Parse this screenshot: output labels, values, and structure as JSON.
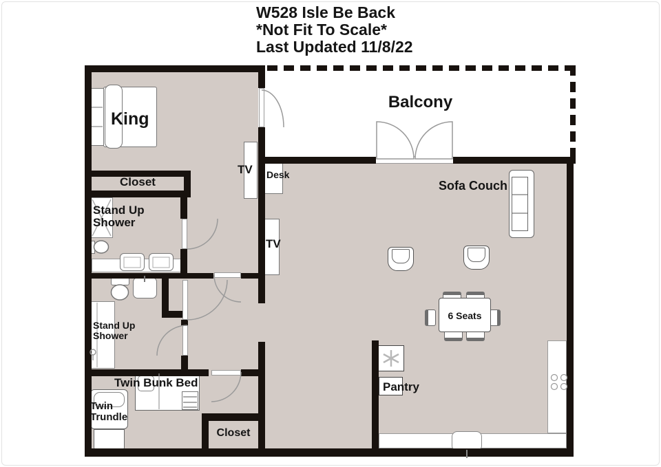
{
  "title": {
    "line1": "W528 Isle Be Back",
    "line2": "*Not Fit To Scale*",
    "line3": "Last Updated 11/8/22"
  },
  "labels": {
    "balcony": "Balcony",
    "king": "King",
    "closet1": "Closet",
    "shower1_line1": "Stand Up",
    "shower1_line2": "Shower",
    "tv1": "TV",
    "desk": "Desk",
    "tv2": "TV",
    "sofa": "Sofa Couch",
    "dining": "6 Seats",
    "pantry": "Pantry",
    "shower2_line1": "Stand Up",
    "shower2_line2": "Shower",
    "bunk": "Twin Bunk Bed",
    "trundle_line1": "Twin",
    "trundle_line2": "Trundle",
    "closet2": "Closet"
  },
  "colors": {
    "floor": "#d3cbc6",
    "wall": "#18120e",
    "outline": "#9a9a9a",
    "chair_back": "#6e6e6e",
    "text": "#151515",
    "background": "#ffffff"
  }
}
